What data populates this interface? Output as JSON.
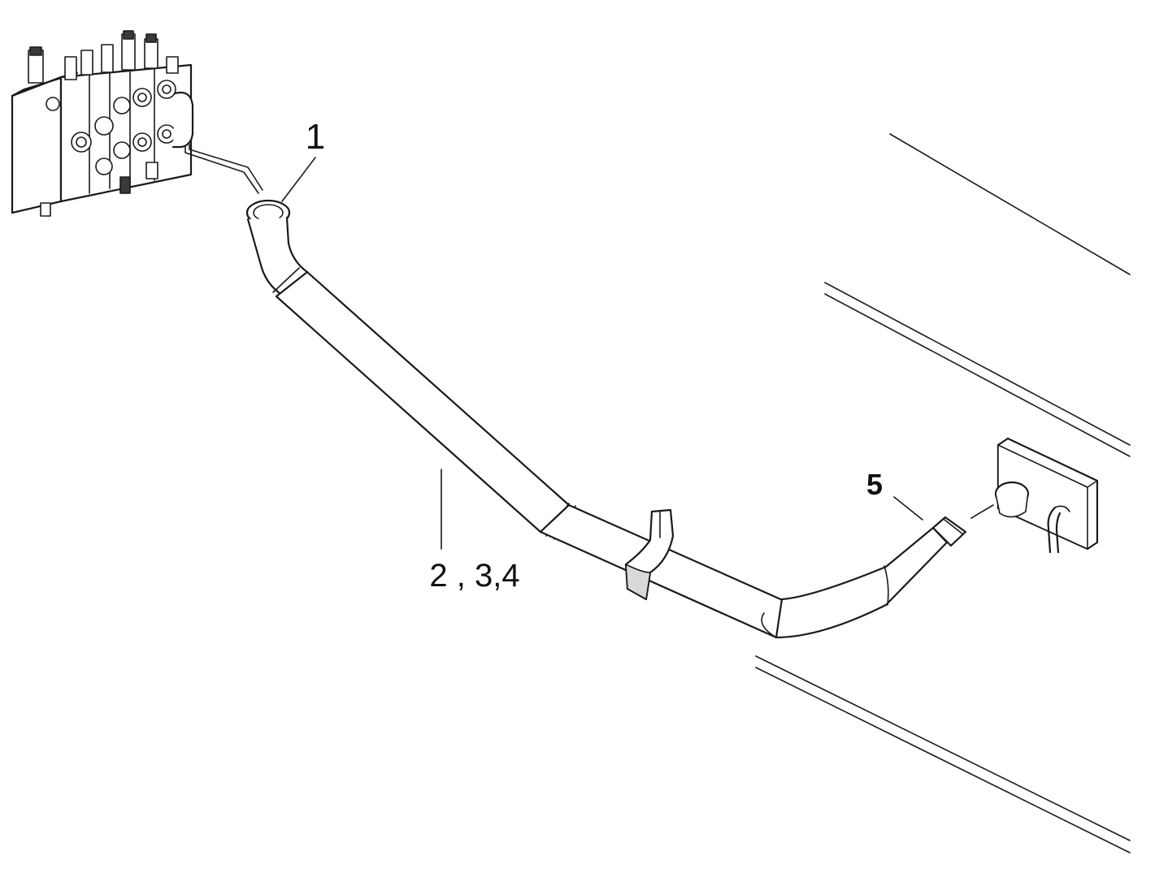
{
  "diagram": {
    "callouts": {
      "item_1": "1",
      "item_2_3_4": "2 , 3,4",
      "item_5": "5"
    },
    "colors": {
      "ink": "#1a1a1a",
      "background": "#ffffff",
      "shade": "#d9d9d9"
    }
  }
}
